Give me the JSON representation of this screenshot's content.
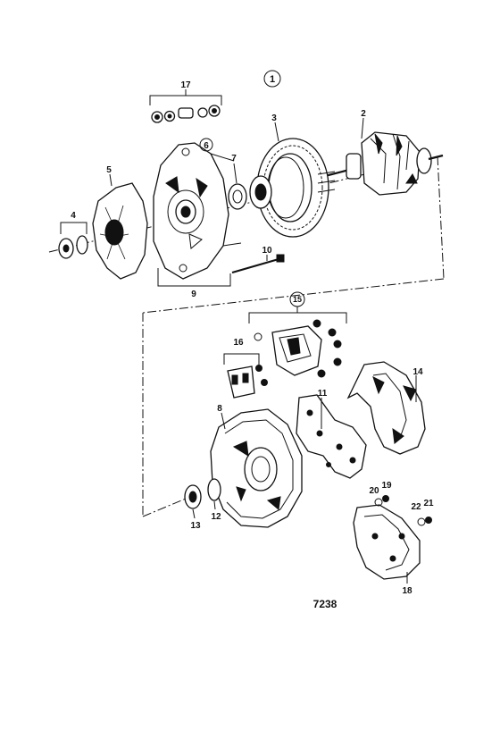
{
  "diagram": {
    "group_number": "1",
    "drawing_number": "7238",
    "callouts": {
      "c2": "2",
      "c3": "3",
      "c4": "4",
      "c5": "5",
      "c6": "6",
      "c7": "7",
      "c8": "8",
      "c9": "9",
      "c10": "10",
      "c11": "11",
      "c12": "12",
      "c13": "13",
      "c14": "14",
      "c15": "15",
      "c16": "16",
      "c17": "17",
      "c18": "18",
      "c19": "19",
      "c20": "20",
      "c21": "21",
      "c22": "22"
    }
  }
}
